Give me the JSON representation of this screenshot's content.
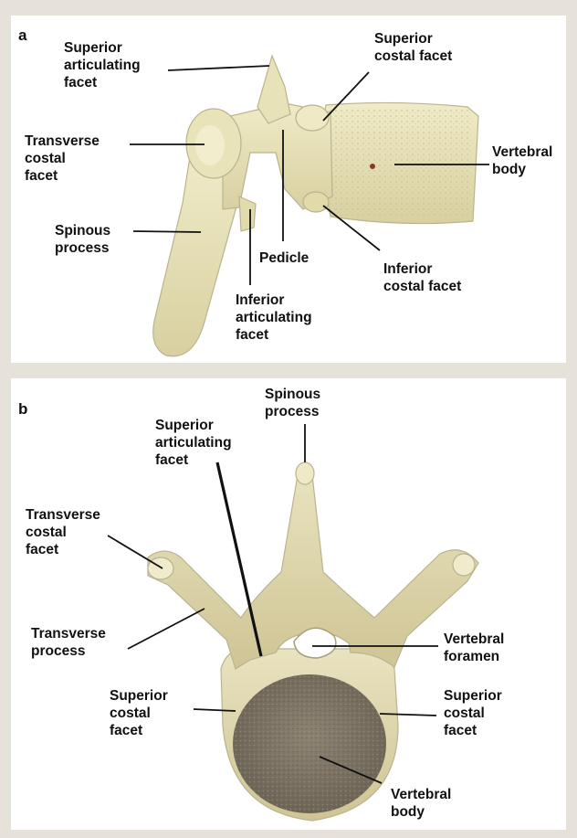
{
  "panel_a": {
    "letter": "a",
    "labels": {
      "superior_articulating_facet": "Superior\narticulating\nfacet",
      "superior_costal_facet": "Superior\ncostal facet",
      "transverse_costal_facet": "Transverse\ncostal\nfacet",
      "vertebral_body": "Vertebral\nbody",
      "spinous_process": "Spinous\nprocess",
      "pedicle": "Pedicle",
      "inferior_costal_facet": "Inferior\ncostal facet",
      "inferior_articulating_facet": "Inferior\narticulating\nfacet"
    }
  },
  "panel_b": {
    "letter": "b",
    "labels": {
      "spinous_process": "Spinous\nprocess",
      "superior_articulating_facet": "Superior\narticulating\nfacet",
      "transverse_costal_facet": "Transverse\ncostal\nfacet",
      "transverse_process": "Transverse\nprocess",
      "vertebral_foramen": "Vertebral\nforamen",
      "superior_costal_facet_left": "Superior\ncostal\nfacet",
      "superior_costal_facet_right": "Superior\ncostal\nfacet",
      "vertebral_body": "Vertebral\nbody"
    }
  },
  "colors": {
    "background": "#e6e2da",
    "panel": "#ffffff",
    "bone_light": "#ece7c2",
    "bone_mid": "#ddd6a8",
    "bone_dark": "#b8ad7c",
    "body_surface": "#7e7566",
    "leader_line": "#111111"
  }
}
